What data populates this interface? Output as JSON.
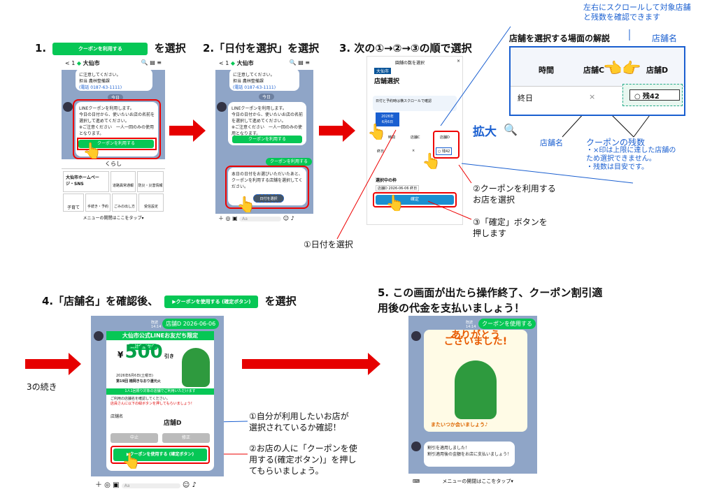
{
  "steps": {
    "s1_num": "1.",
    "s1_btn": "クーポンを利用する",
    "s1_suffix": "を選択",
    "s2": "2.「日付を選択」を選択",
    "s3": "3. 次の①→②→③の順で選択",
    "s4_prefix": "4.「店舗名」を確認後、",
    "s4_btn": "▶クーポンを使用する (確定ボタン)",
    "s4_suffix": "を選択",
    "s5_line1": "5. この画面が出たら操作終了、クーポン割引適",
    "s5_line2": "用後の代金を支払いましょう！"
  },
  "phone1": {
    "back": "< 1",
    "title": "大仙市",
    "msg_top1": "に注意してください。",
    "msg_top2": "担当 農林整備課",
    "msg_top3": "(電話 0187-63-1111)",
    "date": "今日",
    "msg1": "LINEクーポンを利用します。",
    "msg2": "今日の日付から、使いたいお店の名前を選択して進めてください。",
    "msg3": "※ご注意ください　一人一回のみの使用となります。",
    "btn": "クーポンを利用する",
    "kurashi": "くらし",
    "menu": [
      "大仙市ホームページ・SNS",
      "道路異常通報",
      "防災・災害情報",
      "子育て",
      "手続き・予約",
      "ごみの出し方",
      "受信設定"
    ],
    "footer": "メニューの開閉はここをタップ▾"
  },
  "phone2": {
    "back": "< 1",
    "title": "大仙市",
    "msg_top1": "に注意してください。",
    "msg_top2": "担当 農林整備課",
    "msg_top3": "(電話 0187-63-1111)",
    "date": "今日",
    "msg1": "LINEクーポンを利用します。",
    "msg2": "今日の日付から、使いたいお店の名前を選択して進めてください。",
    "msg3": "※ご注意ください　一人一回のみの使用となります。",
    "btn": "クーポンを利用する",
    "sent": "クーポンを利用する",
    "msg4": "本日の日付をお選びいただいたあと、クーポンを利用する店舗を選択してください。",
    "date_btn": "日付を選択",
    "input": "Aa"
  },
  "phone3": {
    "header": "園舗の数を選択",
    "tag": "大仙市",
    "title": "店舗選択",
    "hint": "日付と予約時は横スクロールで確認",
    "date_chip1": "2026年",
    "date_chip2": "6月6日",
    "col1": "時間",
    "col2": "店舗C",
    "col3": "店舗D",
    "row1": "終日",
    "cellx": "×",
    "cello": "○ 残42",
    "selected_label": "選択中の枠",
    "selected_val": "店舗D 2026-06-06 終日",
    "confirm": "確定"
  },
  "zoom": {
    "title": "店舗を選択する場面の解説",
    "scroll_note1": "左右にスクロールして対象店舗",
    "scroll_note2": "と残数を確認できます",
    "store_name_label": "店舗名",
    "col_time": "時間",
    "col_c": "店舗C",
    "col_d": "店舗D",
    "row": "終日",
    "x": "×",
    "o": "○",
    "remain": "残42",
    "kakudai": "拡大",
    "store_name2": "店舗名",
    "remain_title": "クーポンの残数",
    "remain_n1": "・×印は上限に達した店舗の",
    "remain_n2": "ため選択できません。",
    "remain_n3": "・残数は目安です。"
  },
  "notes": {
    "n2a": "②クーポンを利用する",
    "n2b": "お店を選択",
    "n3a": "③「確定」ボタンを",
    "n3b": "押します",
    "n1": "①日付を選択",
    "continued": "3の続き",
    "c1a": "①自分が利用したいお店が",
    "c1b": "選択されているか確認！",
    "c2a": "②お店の人に「クーポンを使",
    "c2b": "用する(確定ボタン)」を押し",
    "c2c": "てもらいましょう。"
  },
  "phone4": {
    "time": "既読 14:14",
    "sent": "店舗D 2026-06-06",
    "banner": "大仙市公式LINEお友だち限定",
    "sub": "合計金額から",
    "yen": "¥",
    "amount": "500",
    "unit": "引き",
    "event1": "2026年6月6日(土曜日)",
    "event2": "第19回 楢岡きなおり還元火",
    "note_bar": "1人1回限り対象の店舗でご利用いただけます",
    "msg1": "ご利用の店舗名を確認してください。",
    "msg2": "店員さんに以下の緑ボタンを押してもらいましょう！",
    "label": "店舗名",
    "store": "店舗D",
    "cancel": "中止",
    "fix": "修正",
    "use": "▶クーポンを使用する (確定ボタン)",
    "input": "Aa"
  },
  "phone5": {
    "time": "既読 14:14",
    "sent": "クーポンを使用する",
    "thanks1": "ありがとう",
    "thanks2": "ございました!",
    "bye": "またいつか会いましょう♪",
    "msg1": "割引を適用しました！",
    "msg2": "割引適用後の金額をお店に支払いましょう！",
    "footer": "メニューの開閉はここをタップ▾"
  }
}
